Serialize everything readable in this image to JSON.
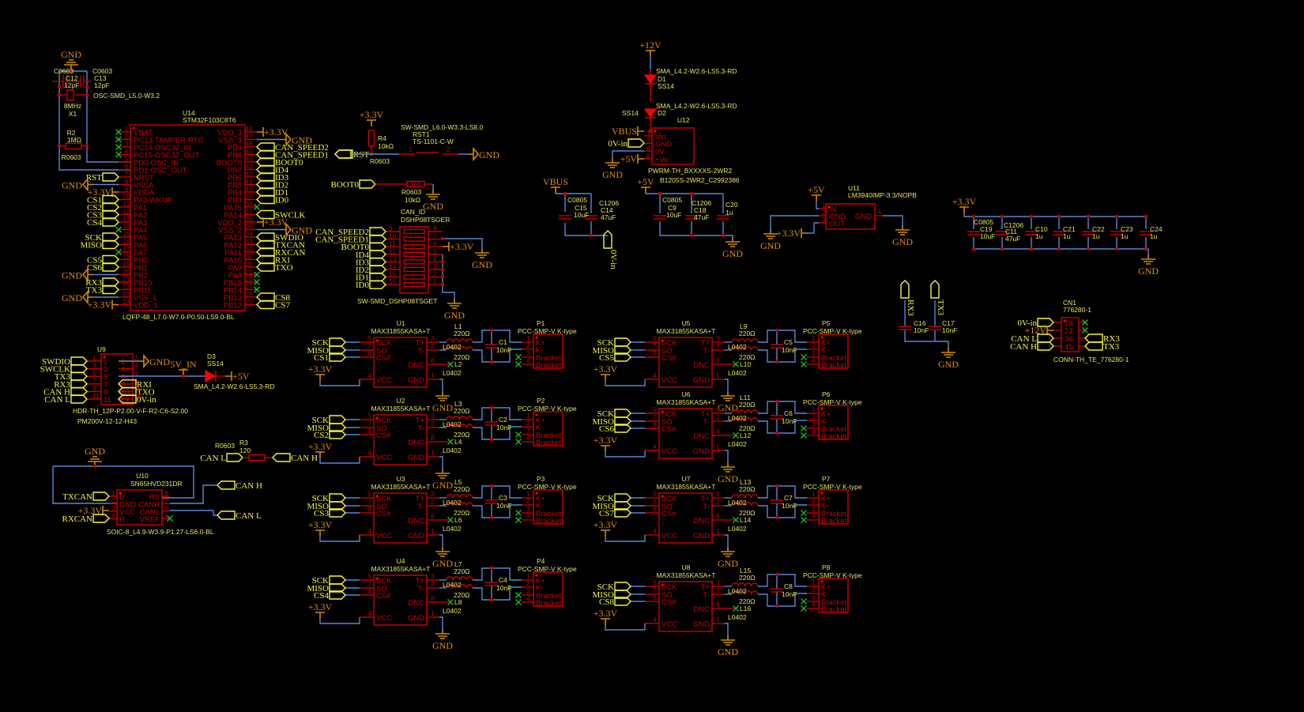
{
  "nets": {
    "gnd": "GND",
    "p33": "+3.3V",
    "p5": "+5V",
    "p12": "+12V",
    "vbus": "VBUS",
    "v5in": "5V_IN",
    "ovin": "0V-in",
    "sck": "SCK",
    "miso": "MISO",
    "rst": "RST",
    "boot0": "BOOT0",
    "canl": "CAN L",
    "canh": "CAN H",
    "txcan": "TXCAN",
    "rxcan": "RXCAN",
    "rx3": "RX3",
    "tx3": "TX3"
  },
  "crystal": {
    "c12": {
      "fp": "C0603",
      "ref": "C12",
      "val": "12pF"
    },
    "c13": {
      "fp": "C0603",
      "ref": "C13",
      "val": "12pF"
    },
    "x1": {
      "fp": "OSC-SMD_L5.0-W3.2",
      "val": "8MHz",
      "ref": "X1"
    },
    "r2": {
      "ref": "R2",
      "val": "1MΩ",
      "fp": "R0603"
    }
  },
  "u14": {
    "ref": "U14",
    "part": "STM32F103C8T6",
    "fp": "LQFP-48_L7.0-W7.0-P0.50-LS9.0-BL",
    "left_pins": [
      "VBAT",
      "PC13-TAMPER-RTC",
      "PC14-OSC32_IN",
      "PC15-OSC32_OUT",
      "PD0-OSC_IN",
      "PD1-OSC_OUT",
      "NRST",
      "VSSA",
      "VDDA",
      "PA0-WKUP",
      "PA1",
      "PA2",
      "PA3",
      "PA4",
      "PA5",
      "PA6",
      "PA7",
      "PB0",
      "PB1",
      "PB2",
      "PB10",
      "PB11",
      "VSS_1",
      "VDD_1"
    ],
    "left_nums": [
      "1",
      "2",
      "3",
      "4",
      "5",
      "6",
      "7",
      "8",
      "9",
      "10",
      "11",
      "12",
      "13",
      "14",
      "15",
      "16",
      "17",
      "18",
      "19",
      "20",
      "21",
      "22",
      "23",
      "24"
    ],
    "left_nets": [
      "",
      "",
      "",
      "",
      "*",
      "*",
      "RST",
      "GND",
      "+3.3V",
      "CS1",
      "CS2",
      "CS3",
      "CS4",
      "",
      "SCK",
      "MISO",
      "",
      "CS5",
      "CS6",
      "GND",
      "RX3",
      "TX3",
      "GND",
      "+3.3V"
    ],
    "right_pins": [
      "VDD_3",
      "VSS_3",
      "PB9",
      "PB8",
      "BOOT0",
      "PB7",
      "PB6",
      "PB5",
      "PB4",
      "PB3",
      "PA15",
      "PA14",
      "VDD_2",
      "VSS_2",
      "PA13",
      "PA12",
      "PA11",
      "PA10",
      "PA9",
      "PA8",
      "PB15",
      "PB14",
      "PB13",
      "PB12"
    ],
    "right_nums": [
      "48",
      "47",
      "46",
      "45",
      "44",
      "43",
      "42",
      "41",
      "40",
      "39",
      "38",
      "37",
      "36",
      "35",
      "34",
      "33",
      "32",
      "31",
      "30",
      "29",
      "28",
      "27",
      "26",
      "25"
    ],
    "right_nets": [
      "+3.3V",
      "GND",
      "CAN_SPEED2",
      "CAN_SPEED1",
      "BOOT0",
      "ID4",
      "ID3",
      "ID2",
      "ID1",
      "ID0",
      "",
      "SWCLK",
      "+3.3V",
      "GND",
      "SWDIO",
      "TXCAN",
      "RXCAN",
      "RXI",
      "TXO",
      "",
      "",
      "",
      "CS8",
      "CS7"
    ]
  },
  "reset": {
    "r4": {
      "ref": "R4",
      "val": "10kΩ",
      "fp": "R0603"
    },
    "sw": {
      "fp": "SW-SMD_L6.0-W3.3-LS8.0",
      "ref": "RST1",
      "part": "TS-1101-C-W",
      "p1": "1",
      "p2": "2"
    },
    "r6": {
      "ref": "R6",
      "fp": "R0603",
      "val": "10kΩ"
    }
  },
  "dip": {
    "ref": "CAN_ID",
    "part": "DSHP08TSGER",
    "fp": "SW-SMD_DSHP08TSGET",
    "left_nums": [
      "9",
      "10",
      "11",
      "12",
      "13",
      "14",
      "15",
      "16"
    ],
    "right_nums": [
      "8",
      "7",
      "6",
      "5",
      "4",
      "3",
      "2",
      "1"
    ],
    "left_nets": [
      "CAN_SPEED2",
      "CAN_SPEED1",
      "BOOT0",
      "ID4",
      "ID3",
      "ID2",
      "ID1",
      "ID0"
    ]
  },
  "u9": {
    "ref": "U9",
    "fp": "HDR-TH_12P-P2.00-V-F-R2-C6-S2.00",
    "part": "PM200V-12-12-H43",
    "left_nums": [
      "1",
      "3",
      "5",
      "7",
      "9",
      "11"
    ],
    "right_nums": [
      "2",
      "4",
      "6",
      "8",
      "10",
      "12"
    ],
    "left_nets": [
      "SWDIO",
      "SWCLK",
      "TX3",
      "RX3",
      "CAN H",
      "CAN L"
    ],
    "right_nets": [
      "RXI",
      "TXO",
      "0V-in"
    ],
    "d3": {
      "ref": "D3",
      "val": "SS14",
      "fp": "SMA_L4.2-W2.6-LS5.3-RD"
    }
  },
  "r3": {
    "fp": "R0603",
    "ref": "R3",
    "val": "120"
  },
  "u10": {
    "ref": "U10",
    "part": "SN65HVD231DR",
    "fp": "SOIC-8_L4.9-W3.9-P1.27-LS6.0-BL",
    "left": [
      {
        "n": "1",
        "name": "D"
      },
      {
        "n": "2",
        "name": "GND"
      },
      {
        "n": "3",
        "name": "VCC"
      },
      {
        "n": "4",
        "name": "R"
      }
    ],
    "right": [
      {
        "n": "8",
        "name": "RS"
      },
      {
        "n": "7",
        "name": "CANH"
      },
      {
        "n": "6",
        "name": "CANL"
      },
      {
        "n": "5",
        "name": "VREF"
      }
    ]
  },
  "power": {
    "d1": {
      "fp": "SMA_L4.2-W2.6-LS5.3-RD",
      "ref": "D1",
      "val": "SS14"
    },
    "d2": {
      "fp": "SMA_L4.2-W2.6-LS5.3-RD",
      "ref": "D2",
      "val": "SS14"
    },
    "u12": {
      "ref": "U12",
      "fp": "PWRM-TH_BXXXXS-2WR2",
      "part": "B1205S-2WR2_C2992386",
      "pins": [
        {
          "n": "1",
          "name": "Vin"
        },
        {
          "n": "2",
          "name": "GND"
        },
        {
          "n": "4",
          "name": "0V"
        },
        {
          "n": "6",
          "name": "+Vo"
        }
      ]
    },
    "c15": {
      "fp": "C0805",
      "ref": "C15",
      "val": "10uF"
    },
    "c14": {
      "fp": "C1206",
      "ref": "C14",
      "val": "47uF"
    },
    "c9": {
      "fp": "C0805",
      "ref": "C9",
      "val": "10uF"
    },
    "c18": {
      "fp": "C1206",
      "ref": "C18",
      "val": "47uF"
    },
    "c20": {
      "ref": "C20",
      "val": "1u"
    },
    "u11": {
      "ref": "U11",
      "part": "LM3940IMP-3.3/NOPB",
      "pins": [
        {
          "n": "1",
          "name": "IN"
        },
        {
          "n": "2",
          "name": "GND"
        },
        {
          "n": "3",
          "name": "OUT"
        }
      ],
      "pin4": {
        "n": "4",
        "name": "GND"
      }
    },
    "c19": {
      "fp": "C0805",
      "ref": "C19",
      "val": "10uF"
    },
    "c11": {
      "fp": "C1206",
      "ref": "C11",
      "val": "47uF"
    },
    "small_caps": [
      {
        "ref": "C10",
        "val": "1u"
      },
      {
        "ref": "C21",
        "val": "1u"
      },
      {
        "ref": "C22",
        "val": "1u"
      },
      {
        "ref": "C23",
        "val": "1u"
      },
      {
        "ref": "C24",
        "val": "1u"
      }
    ]
  },
  "filter": {
    "c16": {
      "ref": "C16",
      "val": "10nF"
    },
    "c17": {
      "ref": "C17",
      "val": "10nF"
    }
  },
  "cn1": {
    "ref": "CN1",
    "part": "776280-1",
    "fp": "CONN-TH_TE_776280-1",
    "nums": [
      "18",
      "27",
      "36",
      "45"
    ],
    "left_nets": [
      "0V-in",
      "+12V",
      "CAN L",
      "CAN H"
    ],
    "right_nets": [
      "RX3",
      "TX3"
    ]
  },
  "tc": {
    "part": "MAX31855KASA+T",
    "lval": "220Ω",
    "lfp": "L0402",
    "cval": "10nF",
    "conn": "PCC-SMP-V K-type",
    "lpins": [
      {
        "n": "5",
        "name": "SCK"
      },
      {
        "n": "7",
        "name": "SO"
      },
      {
        "n": "6",
        "name": "CS#"
      },
      {
        "n": "4",
        "name": "VCC"
      }
    ],
    "rpins": [
      {
        "n": "3",
        "name": "T+"
      },
      {
        "n": "2",
        "name": "T-"
      },
      {
        "n": "8",
        "name": "DNC"
      },
      {
        "n": "1",
        "name": "GND"
      }
    ],
    "ppins": [
      {
        "n": "1",
        "name": "K+"
      },
      {
        "n": "2",
        "name": "K-"
      },
      {
        "n": "3",
        "name": "Bracket"
      },
      {
        "n": "4",
        "name": "Bracket"
      }
    ],
    "blocks": [
      {
        "u": "U1",
        "l1": "L1",
        "l2": "L2",
        "c": "C1",
        "p": "P1",
        "cs": "CS1"
      },
      {
        "u": "U2",
        "l1": "L3",
        "l2": "L4",
        "c": "C2",
        "p": "P2",
        "cs": "CS2"
      },
      {
        "u": "U3",
        "l1": "L5",
        "l2": "L6",
        "c": "C3",
        "p": "P3",
        "cs": "CS3"
      },
      {
        "u": "U4",
        "l1": "L7",
        "l2": "L8",
        "c": "C4",
        "p": "P4",
        "cs": "CS4"
      },
      {
        "u": "U5",
        "l1": "L9",
        "l2": "L10",
        "c": "C5",
        "p": "P5",
        "cs": "CS5"
      },
      {
        "u": "U6",
        "l1": "L11",
        "l2": "L12",
        "c": "C6",
        "p": "P6",
        "cs": "CS6"
      },
      {
        "u": "U7",
        "l1": "L13",
        "l2": "L14",
        "c": "C7",
        "p": "P7",
        "cs": "CS7"
      },
      {
        "u": "U8",
        "l1": "L15",
        "l2": "L16",
        "c": "C8",
        "p": "P8",
        "cs": "CS8"
      }
    ]
  },
  "colors": {
    "background": "#000000",
    "component": "#d00000",
    "wire": "#5a86d6",
    "net_label": "#f4f440",
    "power": "#e08c10",
    "no_connect": "#20c020"
  }
}
